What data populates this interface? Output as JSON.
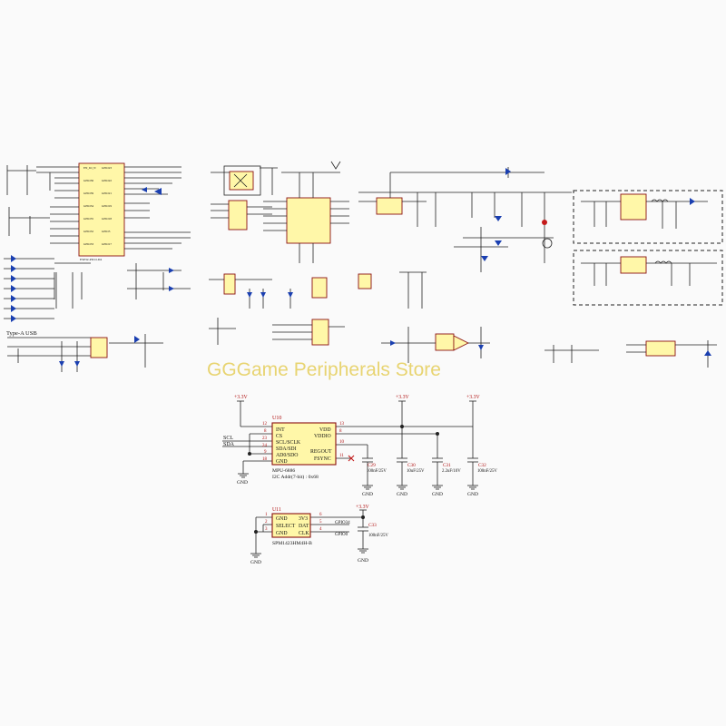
{
  "watermark": "GGGame Peripherals Store",
  "usb_label": "Type-A USB",
  "imu": {
    "ref": "U10",
    "part": "MPU-6886",
    "addr_note": "I2C Addr(7-bit) : 0x68",
    "pins_left": [
      {
        "num": "12",
        "name": "INT"
      },
      {
        "num": "8",
        "name": "CS"
      },
      {
        "num": "23",
        "name": "SCL/SCLK"
      },
      {
        "num": "24",
        "name": "SDA/SDI"
      },
      {
        "num": "9",
        "name": "AD0/SDO"
      },
      {
        "num": "18",
        "name": "GND"
      }
    ],
    "pins_right": [
      {
        "num": "13",
        "name": "VDD"
      },
      {
        "num": "8",
        "name": "VDDIO"
      },
      {
        "num": "10",
        "name": "REGOUT"
      },
      {
        "num": "11",
        "name": "FSYNC"
      }
    ],
    "net_scl": "SCL",
    "net_sda": "SDA"
  },
  "mic": {
    "ref": "U11",
    "part": "SPM1423HM4H-B",
    "pins_left": [
      {
        "num": "1",
        "name": "GND"
      },
      {
        "num": "2",
        "name": "SELECT"
      },
      {
        "num": "3",
        "name": "GND"
      }
    ],
    "pins_right": [
      {
        "num": "6",
        "name": "3V3"
      },
      {
        "num": "5",
        "name": "DAT"
      },
      {
        "num": "4",
        "name": "CLK"
      }
    ],
    "net_dat": "GPIO34",
    "net_clk": "GPIO0"
  },
  "capacitors": [
    {
      "ref": "C29",
      "value": "100nF/25V"
    },
    {
      "ref": "C30",
      "value": "10uF/25V"
    },
    {
      "ref": "C31",
      "value": "2.2uF/10V"
    },
    {
      "ref": "C32",
      "value": "100nF/25V"
    },
    {
      "ref": "C33",
      "value": "100nF/25V"
    }
  ],
  "power": {
    "rail": "+3.3V",
    "ground": "GND"
  }
}
